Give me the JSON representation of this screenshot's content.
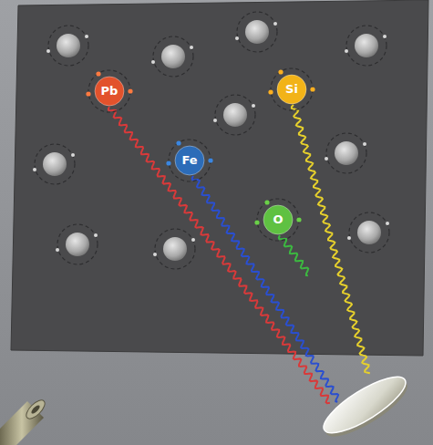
{
  "diagram": {
    "nodes": [
      {
        "text": [
          "Pb"
        ]
      },
      {
        "text": [
          "Si"
        ]
      },
      {
        "text": [
          "Fe"
        ]
      },
      {
        "text": [
          "O"
        ]
      }
    ]
  }
}
